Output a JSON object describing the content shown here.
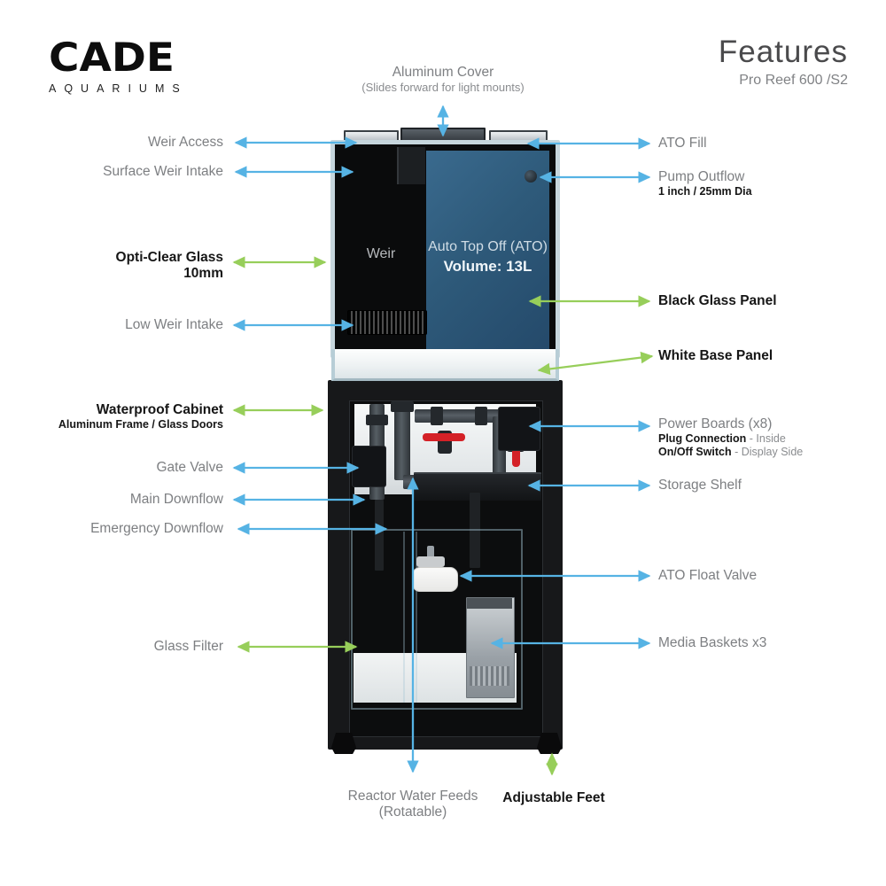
{
  "brand": {
    "logo": "CADE",
    "tagline": "AQUARIUMS"
  },
  "header": {
    "title": "Features",
    "subtitle": "Pro Reef 600 /S2"
  },
  "colors": {
    "arrow_blue": "#56b3e4",
    "arrow_green": "#97ce5a",
    "label_gray": "#7d7f82",
    "label_dark": "#161616",
    "ato_panel_blue": "#2e5a7a"
  },
  "tank": {
    "weir_label": "Weir",
    "ato_line1": "Auto Top Off (ATO)",
    "ato_line2": "Volume: 13L"
  },
  "labels": {
    "top": {
      "title": "Aluminum Cover",
      "subtitle": "(Slides forward for light mounts)"
    },
    "left": [
      {
        "title": "Weir Access"
      },
      {
        "title": "Surface Weir Intake"
      },
      {
        "title": "Opti-Clear Glass",
        "subtitle": "10mm"
      },
      {
        "title": "Low Weir Intake"
      },
      {
        "title": "Waterproof Cabinet",
        "subtitle": "Aluminum Frame / Glass Doors"
      },
      {
        "title": "Gate Valve"
      },
      {
        "title": "Main Downflow"
      },
      {
        "title": "Emergency Downflow"
      },
      {
        "title": "Glass Filter"
      }
    ],
    "right": [
      {
        "title": "ATO Fill"
      },
      {
        "title": "Pump Outflow",
        "subtitle": "1 inch / 25mm Dia"
      },
      {
        "title": "Black Glass Panel"
      },
      {
        "title": "White Base Panel"
      },
      {
        "title": "Power Boards (x8)",
        "detail1_bold": "Plug Connection",
        "detail1_rest": " - Inside",
        "detail2_bold": "On/Off Switch",
        "detail2_rest": " - Display Side"
      },
      {
        "title": "Storage Shelf"
      },
      {
        "title": "ATO Float Valve"
      },
      {
        "title": "Media Baskets x3"
      }
    ],
    "bottom": [
      {
        "title": "Reactor Water Feeds",
        "subtitle": "(Rotatable)"
      },
      {
        "title": "Adjustable Feet"
      }
    ]
  }
}
